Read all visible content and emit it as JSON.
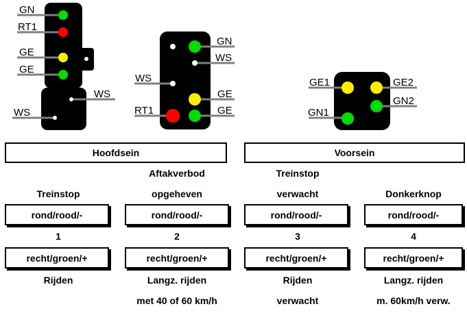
{
  "signals": {
    "left": {
      "labels": {
        "gn": "GN",
        "rt1": "RT1",
        "ge1": "GE",
        "ge2": "GE",
        "ws_right": "WS",
        "ws_left": "WS"
      },
      "lamps": {
        "gn": "#00dd00",
        "rt1": "#ff0000",
        "ge1": "#ffee00",
        "ge2": "#00dd00"
      }
    },
    "middle": {
      "labels": {
        "gn": "GN",
        "ws1": "WS",
        "ws_left": "WS",
        "ge1": "GE",
        "rt1": "RT1",
        "ge2": "GE"
      },
      "lamps": {
        "gn": "#00dd00",
        "ge": "#ffee00",
        "rt1": "#ff0000",
        "gn2": "#00dd00"
      }
    },
    "right": {
      "labels": {
        "ge1": "GE1",
        "ge2": "GE2",
        "gn1": "GN1",
        "gn2": "GN2"
      },
      "lamps": {
        "ge1": "#ffee00",
        "ge2": "#ffee00",
        "gn1": "#00dd00",
        "gn2": "#00dd00"
      }
    }
  },
  "sections": {
    "hoofdsein": "Hoofdsein",
    "voorsein": "Voorsein"
  },
  "columns": [
    {
      "title1": "",
      "title2": "Treinstop",
      "box1": "rond/rood/-",
      "number": "1",
      "box2": "recht/groen/+",
      "bottom1": "Rijden",
      "bottom2": ""
    },
    {
      "title1": "Aftakverbod",
      "title2": "opgeheven",
      "box1": "rond/rood/-",
      "number": "2",
      "box2": "recht/groen/+",
      "bottom1": "Langz. rijden",
      "bottom2": "met 40 of 60 km/h"
    },
    {
      "title1": "Treinstop",
      "title2": "verwacht",
      "box1": "rond/rood/-",
      "number": "3",
      "box2": "recht/groen/+",
      "bottom1": "Rijden",
      "bottom2": "verwacht"
    },
    {
      "title1": "",
      "title2": "Donkerknop",
      "box1": "rond/rood/-",
      "number": "4",
      "box2": "recht/groen/+",
      "bottom1": "Langz. rijden",
      "bottom2": "m. 60km/h verw."
    }
  ]
}
